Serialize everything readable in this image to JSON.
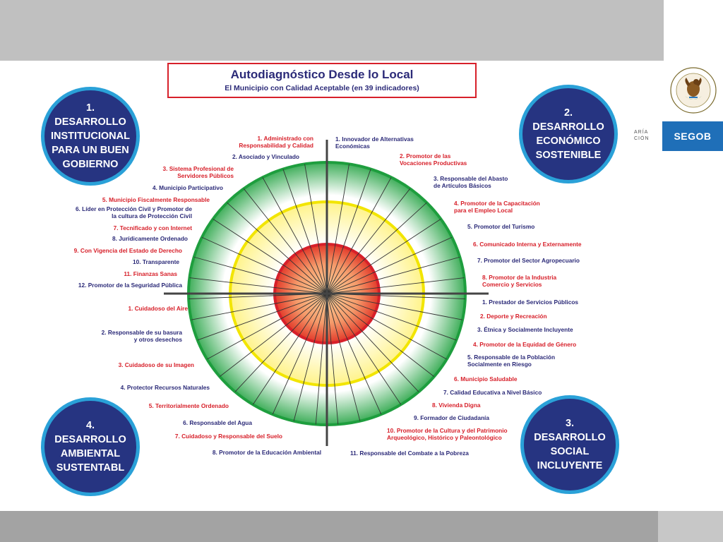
{
  "branding": {
    "agency": "SEGOB",
    "fragment_line1": "ARÍA",
    "fragment_line2": "CIÓN",
    "seal_text": "ESTADOS UNIDOS MEXICANOS"
  },
  "header": {
    "title": "Autodiagnóstico Desde lo Local",
    "subtitle": "El Municipio con Calidad Aceptable  (en 39 indicadores)"
  },
  "colors": {
    "circle_fill": "#263481",
    "circle_border": "#2aa1d8",
    "red_text": "#d7202a",
    "blue_text": "#2b2a78",
    "ring_green": "#1e9e3e",
    "ring_yellow": "#f2e500",
    "ring_red": "#d7202a"
  },
  "quadrants": [
    {
      "text": "1.\nDESARROLLO\nINSTITUCIONAL\nPARA UN BUEN\nGOBIERNO"
    },
    {
      "text": "2.\nDESARROLLO\nECONÓMICO\nSOSTENIBLE"
    },
    {
      "text": "3.\nDESARROLLO\nSOCIAL\nINCLUYENTE"
    },
    {
      "text": "4.\nDESARROLLO\nAMBIENTAL\nSUSTENTABL"
    }
  ],
  "indicators": {
    "institucional": [
      {
        "text": "1. Administrado con\nResponsabilidad y Calidad",
        "color": "red"
      },
      {
        "text": "2. Asociado y Vinculado",
        "color": "blue"
      },
      {
        "text": "3. Sistema Profesional de\nServidores Públicos",
        "color": "red"
      },
      {
        "text": "4. Municipio Participativo",
        "color": "blue"
      },
      {
        "text": "5. Municipio Fiscalmente Responsable",
        "color": "red"
      },
      {
        "text": "6. Líder en Protección Civil y Promotor de\nla cultura de Protección Civil",
        "color": "blue"
      },
      {
        "text": "7. Tecnificado y con Internet",
        "color": "red"
      },
      {
        "text": "8. Jurídicamente Ordenado",
        "color": "blue"
      },
      {
        "text": "9. Con Vigencia del Estado de Derecho",
        "color": "red"
      },
      {
        "text": "10. Transparente",
        "color": "blue"
      },
      {
        "text": "11. Finanzas Sanas",
        "color": "red"
      },
      {
        "text": "12. Promotor de la Seguridad Pública",
        "color": "blue"
      }
    ],
    "economico": [
      {
        "text": "1. Innovador de Alternativas\nEconómicas",
        "color": "blue"
      },
      {
        "text": "2. Promotor de las\nVocaciones Productivas",
        "color": "red"
      },
      {
        "text": "3. Responsable del Abasto\nde Artículos Básicos",
        "color": "blue"
      },
      {
        "text": "4. Promotor de la Capacitación\npara el Empleo Local",
        "color": "red"
      },
      {
        "text": "5. Promotor del Turismo",
        "color": "blue"
      },
      {
        "text": "6. Comunicado Interna y Externamente",
        "color": "red"
      },
      {
        "text": "7. Promotor del Sector Agropecuario",
        "color": "blue"
      },
      {
        "text": "8. Promotor de la Industria\nComercio y Servicios",
        "color": "red"
      }
    ],
    "social": [
      {
        "text": "1. Prestador de Servicios Públicos",
        "color": "blue"
      },
      {
        "text": "2. Deporte y Recreación",
        "color": "red"
      },
      {
        "text": "3. Étnica y Socialmente Incluyente",
        "color": "blue"
      },
      {
        "text": "4. Promotor de la Equidad de Género",
        "color": "red"
      },
      {
        "text": "5. Responsable de la Población\nSocialmente en Riesgo",
        "color": "blue"
      },
      {
        "text": "6. Municipio Saludable",
        "color": "red"
      },
      {
        "text": "7. Calidad Educativa a Nivel Básico",
        "color": "blue"
      },
      {
        "text": "8. Vivienda Digna",
        "color": "red"
      },
      {
        "text": "9. Formador de Ciudadanía",
        "color": "blue"
      },
      {
        "text": "10. Promotor de la Cultura y del Patrimonio\nArqueológico, Histórico y Paleontológico",
        "color": "red"
      },
      {
        "text": "11. Responsable del Combate a la Pobreza",
        "color": "blue"
      }
    ],
    "ambiental": [
      {
        "text": "1. Cuidadoso del Aire",
        "color": "red"
      },
      {
        "text": "2. Responsable de su basura\ny otros desechos",
        "color": "blue"
      },
      {
        "text": "3. Cuidadoso de su Imagen",
        "color": "red"
      },
      {
        "text": "4. Protector Recursos Naturales",
        "color": "blue"
      },
      {
        "text": "5. Territorialmente Ordenado",
        "color": "red"
      },
      {
        "text": "6. Responsable del Agua",
        "color": "blue"
      },
      {
        "text": "7. Cuidadoso y Responsable del Suelo",
        "color": "red"
      },
      {
        "text": "8. Promotor de la Educación Ambiental",
        "color": "blue"
      }
    ]
  },
  "spoke_count": 39
}
